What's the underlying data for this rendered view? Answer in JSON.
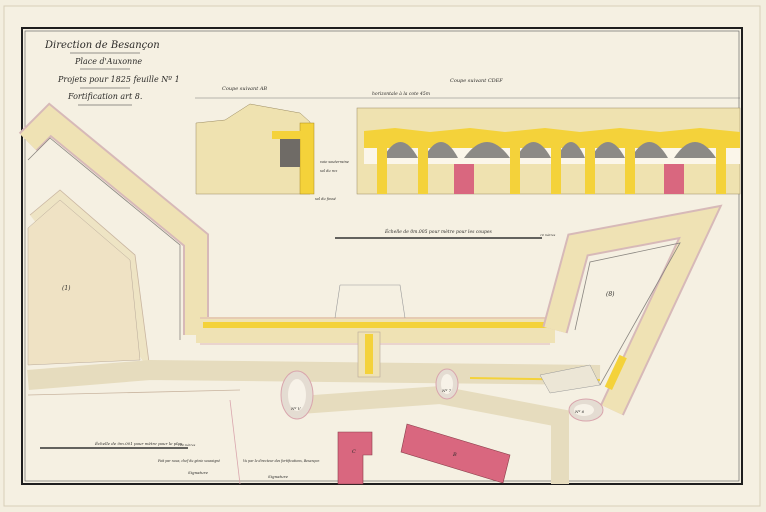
{
  "title_block": {
    "direction": "Direction de Besançon",
    "place": "Place d'Auxonne",
    "project": "Projets pour 1825 feuille Nº 1",
    "article": "Fortification art 8."
  },
  "sections": {
    "section_ab": "Coupe suivant AB",
    "section_cdef": "Coupe suivant CDEF",
    "horizontal": "horizontale à la cote 45m",
    "annot_1": "voie souterraine",
    "annot_2": "sol du rez",
    "annot_3": "sol du fossé"
  },
  "scales": {
    "sections_scale": "Échelle de 0m.005 pour mètre pour les coupes",
    "plan_scale": "Échelle de 0m.001 pour mètre pour le plan",
    "plan_scale_end": "100 mètres",
    "sections_scale_end": "10 mètres"
  },
  "plan_labels": {
    "bastion_left": "(1)",
    "bastion_right": "(8)",
    "tower_1": "Nº V",
    "tower_2": "Nº 7",
    "tower_3": "Nº 6",
    "building_c": "C",
    "building_b": "B"
  },
  "notes": {
    "left_note": "Fait par nous, chef du génie soussigné",
    "left_signature": "Signature",
    "right_note": "Vu par le directeur des fortifications, Besançon",
    "right_signature": "Signature"
  },
  "colors": {
    "paper": "#f3eedf",
    "wash": "#efe2b4",
    "yellow": "#f4d23a",
    "pink": "#d9677f",
    "gray": "#8c8a86",
    "ink": "#2b2a28"
  }
}
